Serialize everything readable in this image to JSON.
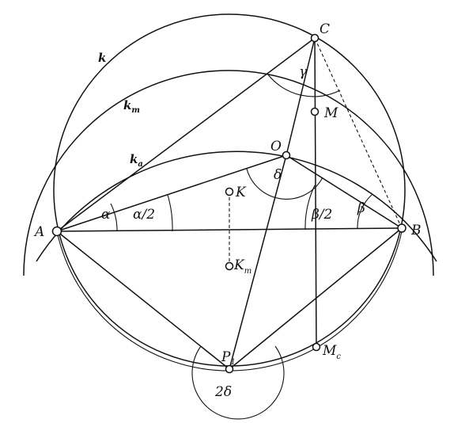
{
  "points": {
    "A": "A",
    "B": "B",
    "C": "C",
    "M": "M",
    "O": "O",
    "K": "K",
    "Km_base": "K",
    "Km_sub": "m",
    "P_base": "P",
    "P_sub": "1",
    "Mc_base": "M",
    "Mc_sub": "c"
  },
  "circles": {
    "k": "k",
    "km_base": "k",
    "km_sub": "m",
    "ka_base": "k",
    "ka_sub": "a"
  },
  "angles": {
    "alpha": "α",
    "alpha_half": "α/2",
    "beta": "β",
    "beta_half": "β/2",
    "gamma": "γ",
    "delta": "δ",
    "two_delta": "2δ"
  }
}
